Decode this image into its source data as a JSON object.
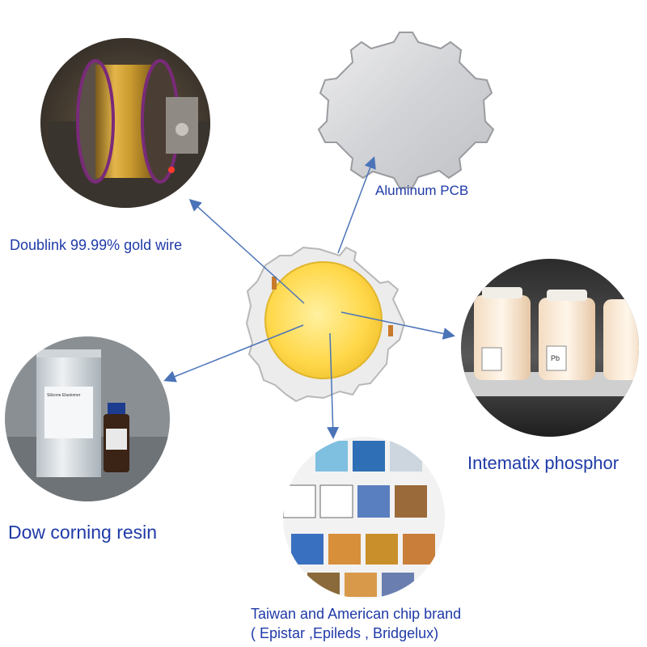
{
  "colors": {
    "label": "#1f3aa8",
    "arrow": "#4a73b8",
    "led_yellow": "#ffd84a",
    "pcb_silver": "#d9dadc",
    "gold_wire": "#c99a2e"
  },
  "labels": {
    "gold_wire": "Doublink 99.99% gold wire",
    "pcb": "Aluminum PCB",
    "phosphor": "Intematix phosphor",
    "resin": "Dow corning resin",
    "chip_line1": "Taiwan and American chip brand",
    "chip_line2": "( Epistar ,Epileds , Bridgelux)"
  },
  "bottle_text": {
    "resin_can": "Silicone Elastomer",
    "phosphor_tag": "Pb"
  }
}
